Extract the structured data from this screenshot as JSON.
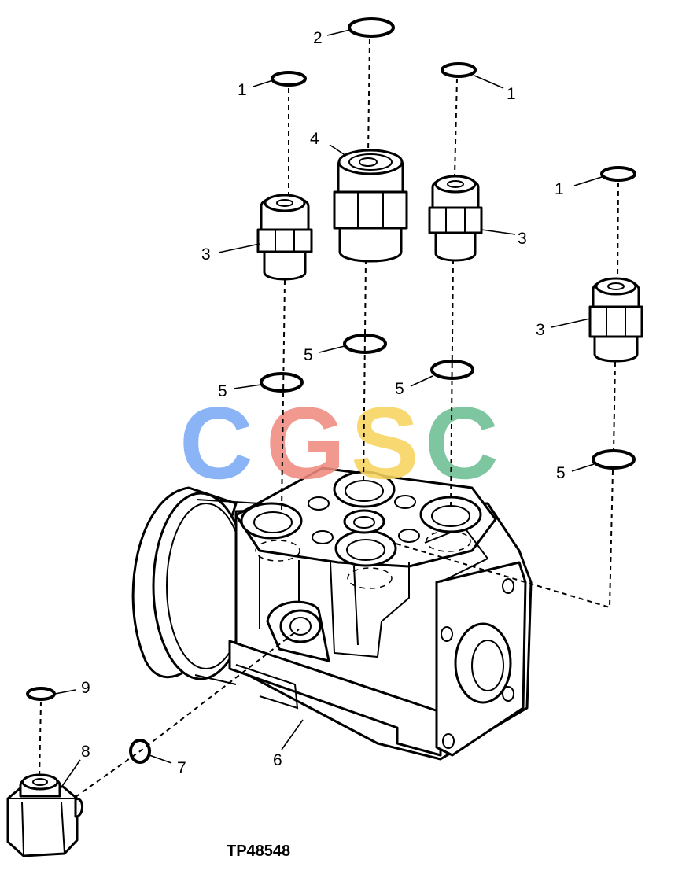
{
  "figure_id": "TP48548",
  "watermark": {
    "letters": [
      "C",
      "G",
      "S",
      "C"
    ],
    "colors": [
      "#7aaaf5",
      "#f08a80",
      "#f8d35e",
      "#6cbf94"
    ]
  },
  "callouts": [
    {
      "id": "c1",
      "label": "2"
    },
    {
      "id": "c2",
      "label": "1"
    },
    {
      "id": "c3",
      "label": "1"
    },
    {
      "id": "c4",
      "label": "4"
    },
    {
      "id": "c5",
      "label": "1"
    },
    {
      "id": "c6",
      "label": "3"
    },
    {
      "id": "c7",
      "label": "3"
    },
    {
      "id": "c8",
      "label": "3"
    },
    {
      "id": "c9",
      "label": "5"
    },
    {
      "id": "c10",
      "label": "5"
    },
    {
      "id": "c11",
      "label": "5"
    },
    {
      "id": "c12",
      "label": "5"
    },
    {
      "id": "c13",
      "label": "9"
    },
    {
      "id": "c14",
      "label": "8"
    },
    {
      "id": "c15",
      "label": "7"
    },
    {
      "id": "c16",
      "label": "6"
    }
  ]
}
